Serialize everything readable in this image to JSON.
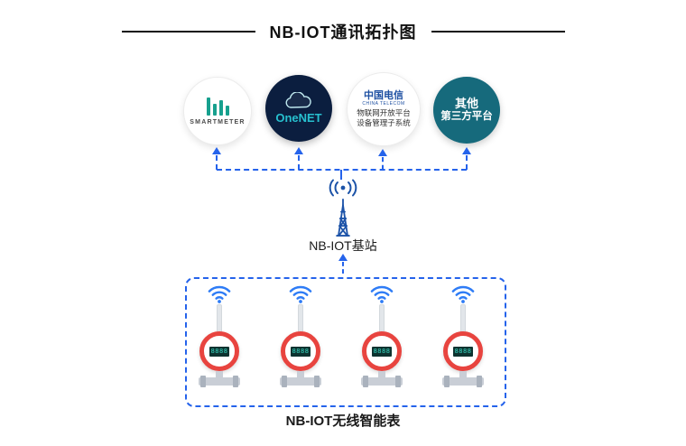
{
  "title": "NB-IOT通讯拓扑图",
  "platforms": [
    {
      "name": "smartmeter",
      "label": "SMARTMETER"
    },
    {
      "name": "onenet",
      "label": "OneNET"
    },
    {
      "name": "china-telecom",
      "logo_cn": "中国电信",
      "logo_en": "CHINA TELECOM",
      "line1": "物联网开放平台",
      "line2": "设备管理子系统"
    },
    {
      "name": "third-party",
      "line1": "其他",
      "line2": "第三方平台"
    }
  ],
  "base_station": {
    "label": "NB-IOT基站"
  },
  "device_group": {
    "label": "NB-IOT无线智能表",
    "count": 4
  },
  "meter": {
    "display": "8888"
  },
  "icons": [
    "wifi-icon",
    "broadcast-signal-icon",
    "tower-icon",
    "cloud-icon",
    "smartmeter-bars-logo"
  ],
  "colors": {
    "accent_blue": "#2563eb",
    "tower_blue": "#1c53a8",
    "wifi_blue": "#2e7cf6",
    "meter_red": "#e8443f",
    "onenet_navy": "#0b1e3f",
    "third_party_teal": "#166a7c",
    "smartmeter_teal": "#17a08e",
    "telecom_blue": "#1e50a2"
  }
}
